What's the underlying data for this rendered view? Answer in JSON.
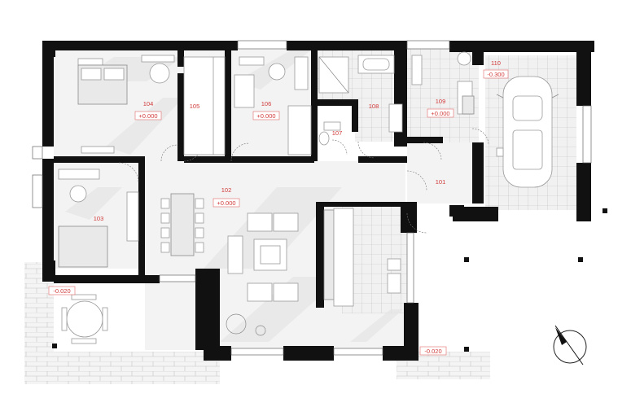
{
  "rooms": [
    {
      "number": "104",
      "level": "+0.000"
    },
    {
      "number": "105"
    },
    {
      "number": "106",
      "level": "+0.000"
    },
    {
      "number": "107"
    },
    {
      "number": "108"
    },
    {
      "number": "109",
      "level": "+0.000"
    },
    {
      "number": "110",
      "level": "-0.300"
    },
    {
      "number": "101"
    },
    {
      "number": "102",
      "level": "+0.000"
    },
    {
      "number": "103"
    }
  ],
  "terraces": [
    {
      "level": "-0.020"
    },
    {
      "level": "-0.020"
    }
  ],
  "compass": {
    "icon": "north-arrow-icon"
  }
}
